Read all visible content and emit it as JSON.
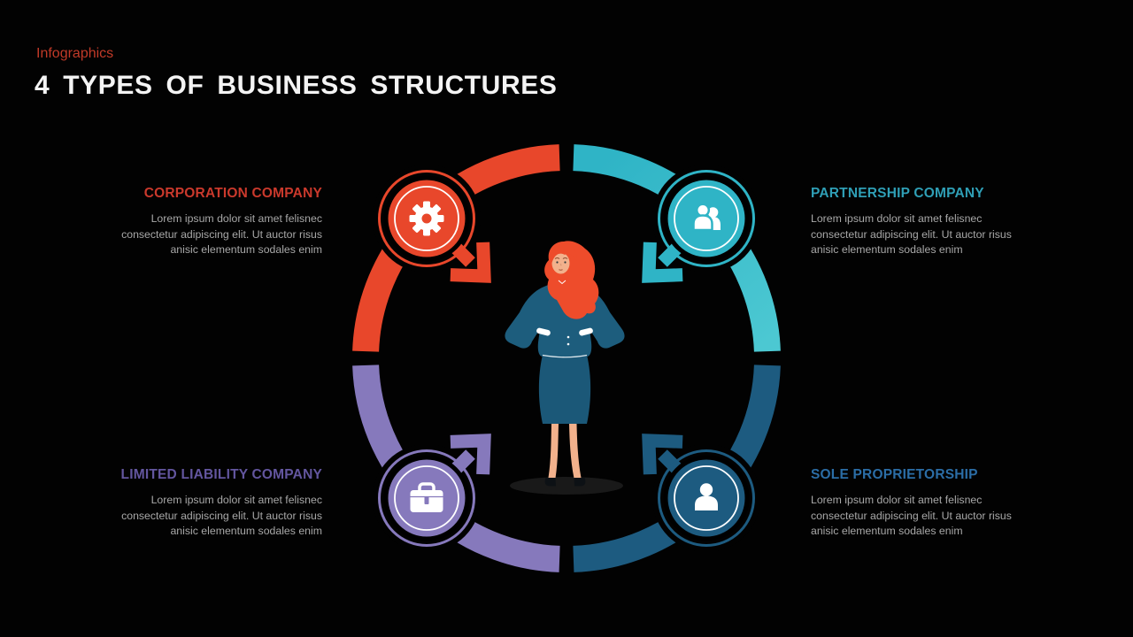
{
  "slide": {
    "eyebrow": "Infographics",
    "title": "4 TYPES OF BUSINESS STRUCTURES"
  },
  "items": [
    {
      "id": "corporation",
      "label": "CORPORATION COMPANY",
      "icon": "gear-icon",
      "position": "top-left",
      "color": "#e8472b",
      "heading_color": "#ca392c",
      "lines": [
        "Lorem ipsum dolor sit amet felisnec",
        "consectetur adipiscing elit. Ut auctor risus",
        "anisic elementum sodales enim"
      ]
    },
    {
      "id": "partnership",
      "label": "PARTNERSHIP COMPANY",
      "icon": "people-icon",
      "position": "top-right",
      "color": "#2fb4c6",
      "heading_color": "#2f9fb6",
      "lines": [
        "Lorem ipsum dolor sit amet felisnec",
        "consectetur adipiscing elit. Ut auctor risus",
        "anisic elementum sodales enim"
      ]
    },
    {
      "id": "limited-liability",
      "label": "LIMITED LIABILITY COMPANY",
      "icon": "briefcase-icon",
      "position": "bottom-left",
      "color": "#8679bc",
      "heading_color": "#63569f",
      "lines": [
        "Lorem ipsum dolor sit amet felisnec",
        "consectetur adipiscing elit. Ut auctor risus",
        "anisic elementum sodales enim"
      ]
    },
    {
      "id": "sole-proprietorship",
      "label": "SOLE PROPRIETORSHIP",
      "icon": "person-icon",
      "position": "bottom-right",
      "color": "#1d5b80",
      "heading_color": "#2b6da6",
      "lines": [
        "Lorem ipsum dolor sit amet felisnec",
        "consectetur adipiscing elit. Ut auctor risus",
        "anisic elementum sodales enim"
      ]
    }
  ],
  "center_illustration": "businesswoman",
  "colors": {
    "bg": "#020202",
    "eyebrow": "#c23a28",
    "title": "#f4f4f4",
    "body": "#a8a8a8",
    "red": "#e8472b",
    "red-heading": "#ca392c",
    "teal": "#2fb4c6",
    "teal-light": "#4cc8d2",
    "teal-heading": "#2f9fb6",
    "purple": "#8679bc",
    "purple-heading": "#63569f",
    "blue": "#1d5b80",
    "blue-heading": "#2b6da6",
    "skin": "#f2b18c",
    "hair": "#ee4c2b",
    "suit": "#1d5d7d",
    "skirt": "#1b5878",
    "shirt": "#f09a3c",
    "lapel": "#38b9c9",
    "shadow": "#191919",
    "white": "#ffffff"
  }
}
